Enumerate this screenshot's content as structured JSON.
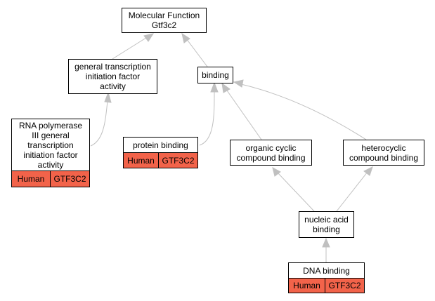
{
  "colors": {
    "edge": "#c0c0c0",
    "annotation_fill": "#f2634a",
    "node_border": "#000000",
    "node_fill": "#ffffff"
  },
  "nodes": {
    "molecular_function": "Molecular Function\nGtf3c2",
    "general_transcription": "general transcription\ninitiation factor\nactivity",
    "binding": "binding",
    "rna_pol3": "RNA polymerase\nIII general\ntranscription\ninitiation factor\nactivity",
    "protein_binding": "protein binding",
    "organic_cyclic": "organic cyclic\ncompound binding",
    "heterocyclic": "heterocyclic\ncompound binding",
    "nucleic_acid": "nucleic acid\nbinding",
    "dna_binding": "DNA binding"
  },
  "annotations": {
    "rna_pol3": {
      "species": "Human",
      "gene": "GTF3C2"
    },
    "protein_binding": {
      "species": "Human",
      "gene": "GTF3C2"
    },
    "dna_binding": {
      "species": "Human",
      "gene": "GTF3C2"
    }
  }
}
